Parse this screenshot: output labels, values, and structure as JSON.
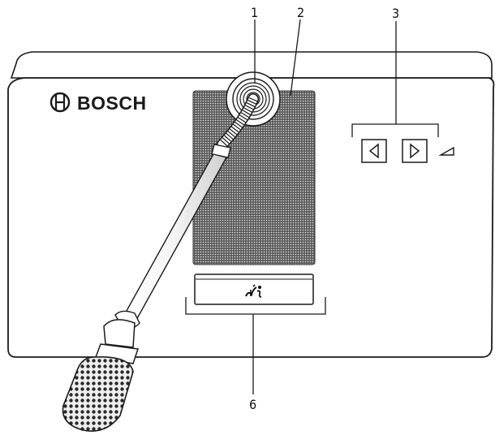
{
  "brand": {
    "name": "BOSCH",
    "logo_icon": "bosch-armature-logo"
  },
  "callouts": [
    {
      "label": "1",
      "target": "microphone-socket"
    },
    {
      "label": "2",
      "target": "loudspeaker-grille"
    },
    {
      "label": "3",
      "target": "volume-buttons"
    },
    {
      "label": "6",
      "target": "request-to-speak-button"
    }
  ],
  "buttons": {
    "volume_down_icon": "triangle-left-icon",
    "volume_up_icon": "triangle-right-icon",
    "volume_symbol_icon": "volume-wedge-icon",
    "request_to_speak_icon": "speaker-person-icon"
  },
  "colors": {
    "line": "#1a1a1a",
    "panel": "#ffffff",
    "grille": "#3a3a3a"
  }
}
